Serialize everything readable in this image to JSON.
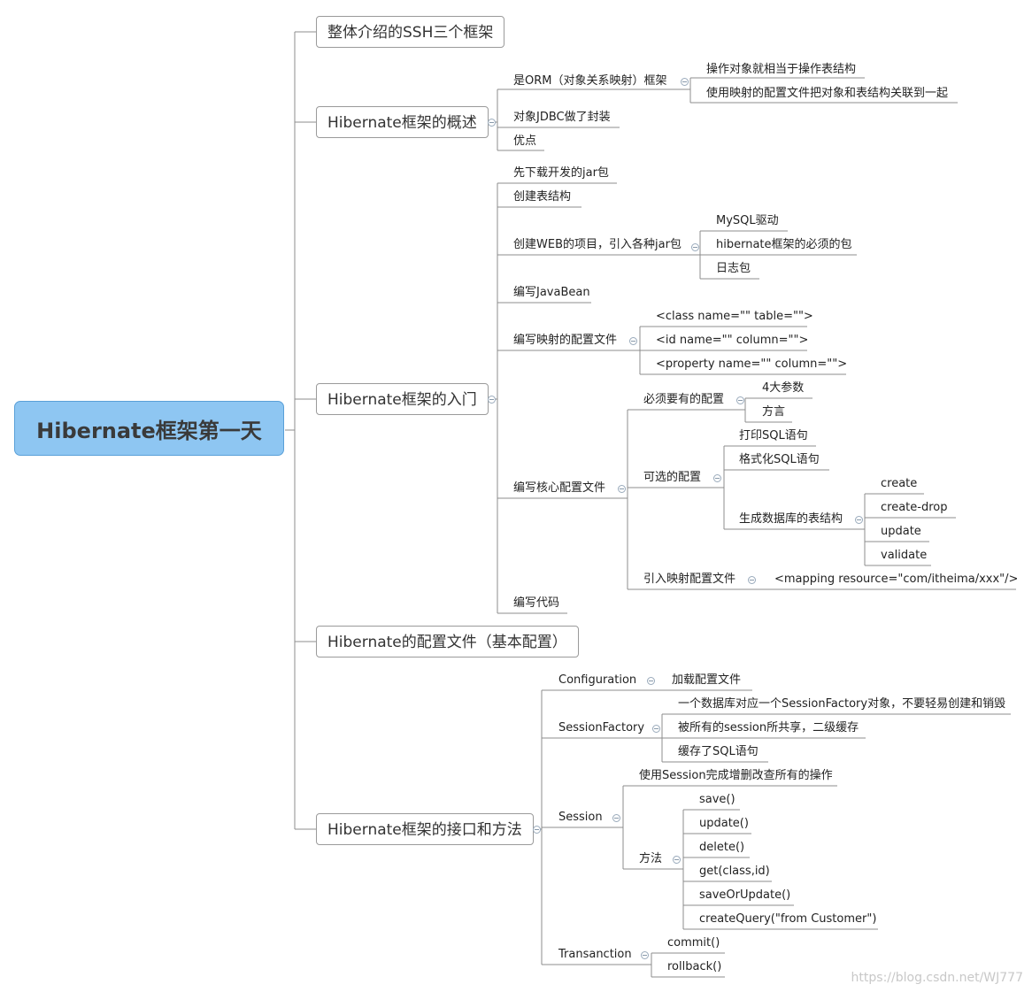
{
  "root": "Hibernate框架第一天",
  "branches": {
    "intro": "整体介绍的SSH三个框架",
    "overview": {
      "title": "Hibernate框架的概述",
      "orm": "是ORM（对象关系映射）框架",
      "orm_children": [
        "操作对象就相当于操作表结构",
        "使用映射的配置文件把对象和表结构关联到一起"
      ],
      "jdbc": "对象JDBC做了封装",
      "advantages": "优点"
    },
    "start": {
      "title": "Hibernate框架的入门",
      "download": "先下载开发的jar包",
      "create_table": "创建表结构",
      "create_web": "创建WEB的项目，引入各种jar包",
      "web_children": [
        "MySQL驱动",
        "hibernate框架的必须的包",
        "日志包"
      ],
      "javabean": "编写JavaBean",
      "mapping": "编写映射的配置文件",
      "mapping_children": [
        "<class name=\"\" table=\"\">",
        "<id name=\"\" column=\"\">",
        "<property name=\"\" column=\"\">"
      ],
      "core": "编写核心配置文件",
      "core_required": "必须要有的配置",
      "core_required_children": [
        "4大参数",
        "方言"
      ],
      "core_optional": "可选的配置",
      "core_optional_children": [
        "打印SQL语句",
        "格式化SQL语句",
        "生成数据库的表结构"
      ],
      "ddl_children": [
        "create",
        "create-drop",
        "update",
        "validate"
      ],
      "core_mapping": "引入映射配置文件",
      "core_mapping_value": "<mapping resource=\"com/itheima/xxx\"/>",
      "code": "编写代码"
    },
    "config": "Hibernate的配置文件（基本配置）",
    "api": {
      "title": "Hibernate框架的接口和方法",
      "configuration": "Configuration",
      "configuration_child": "加载配置文件",
      "sessionfactory": "SessionFactory",
      "sf_children": [
        "一个数据库对应一个SessionFactory对象，不要轻易创建和销毁",
        "被所有的session所共享，二级缓存",
        "缓存了SQL语句"
      ],
      "session": "Session",
      "session_desc": "使用Session完成增删改查所有的操作",
      "methods": "方法",
      "method_children": [
        "save()",
        "update()",
        "delete()",
        "get(class,id)",
        "saveOrUpdate()",
        "createQuery(\"from Customer\")"
      ],
      "transaction": "Transanction",
      "transaction_children": [
        "commit()",
        "rollback()"
      ]
    }
  },
  "watermark": "https://blog.csdn.net/WJ777",
  "colors": {
    "root_fill": "#8ec6f2",
    "root_border": "#5aa0d8",
    "line": "#8c8c8c"
  }
}
